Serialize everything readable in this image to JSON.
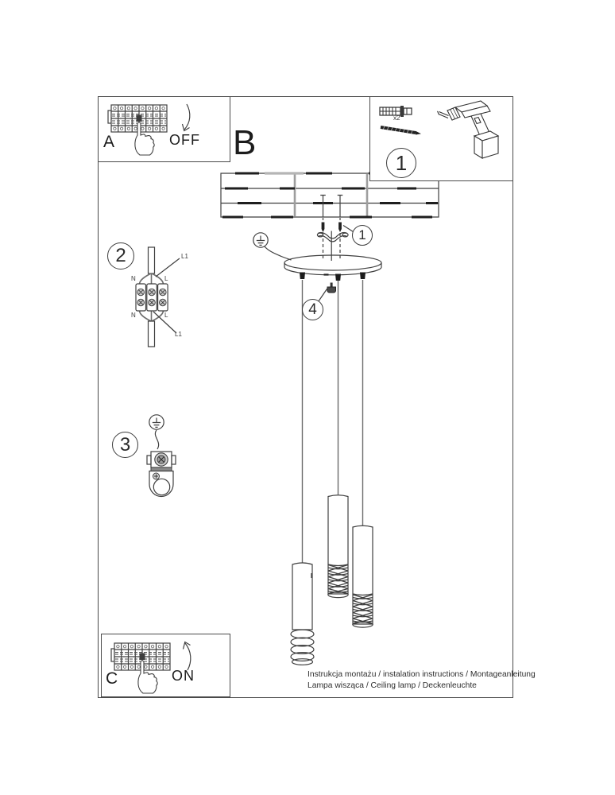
{
  "sections": {
    "power_off": {
      "label": "A",
      "state": "OFF"
    },
    "overview": {
      "label": "B"
    },
    "parts": {
      "step": "1",
      "anchor_qty": "x2"
    },
    "mount": {
      "callout": "1"
    },
    "wiring": {
      "step": "2",
      "l1_top": "L1",
      "n_top": "N",
      "l_top": "L",
      "n_bottom": "N",
      "l_bottom": "L",
      "l1_bottom": "L1"
    },
    "grounding": {
      "step": "3"
    },
    "cable_grip": {
      "step": "4"
    },
    "power_on": {
      "label": "C",
      "state": "ON"
    }
  },
  "footer": {
    "line1": "Instrukcja montażu / instalation instructions / Montageanleitung",
    "line2": "Lampa wisząca / Ceiling lamp / Deckenleuchte"
  },
  "colors": {
    "ink": "#3f3f3f",
    "gray": "#9e9e9e",
    "paper": "#ffffff"
  }
}
